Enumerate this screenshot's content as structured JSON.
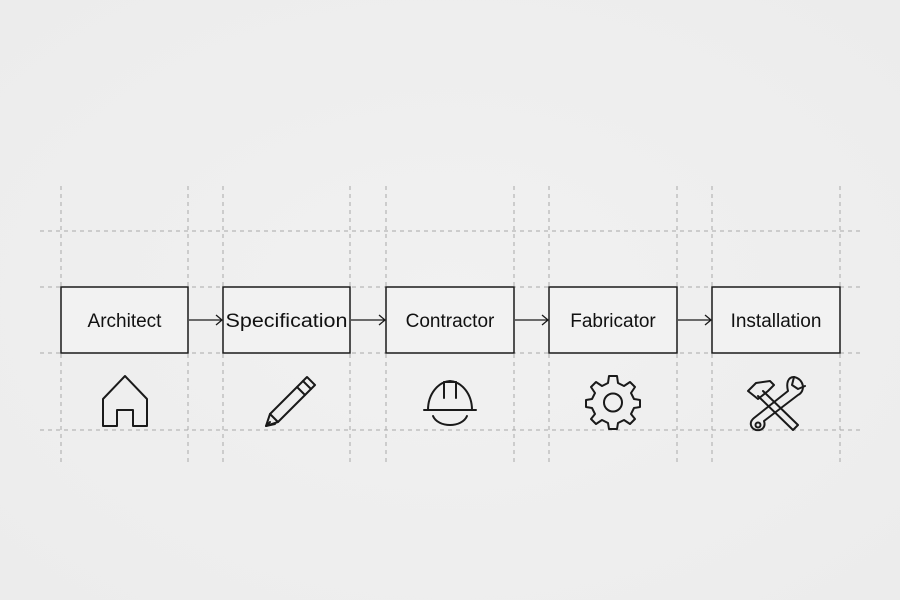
{
  "diagram": {
    "nodes": [
      {
        "label": "Architect",
        "icon": "house-icon"
      },
      {
        "label": "Specification",
        "icon": "pencil-icon"
      },
      {
        "label": "Contractor",
        "icon": "hard-hat-icon"
      },
      {
        "label": "Fabricator",
        "icon": "gear-icon"
      },
      {
        "label": "Installation",
        "icon": "hammer-wrench-icon"
      }
    ],
    "edges": [
      {
        "from": "Architect",
        "to": "Specification"
      },
      {
        "from": "Specification",
        "to": "Contractor"
      },
      {
        "from": "Contractor",
        "to": "Fabricator"
      },
      {
        "from": "Fabricator",
        "to": "Installation"
      }
    ],
    "colors": {
      "background": "#eeeeee",
      "stroke": "#1a1a1a",
      "guides": "#a9a9a9"
    }
  }
}
